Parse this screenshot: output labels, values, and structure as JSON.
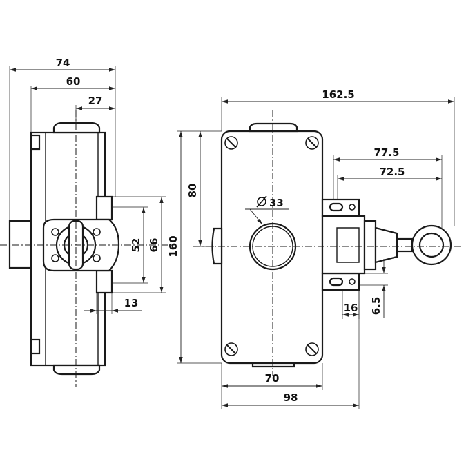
{
  "dimensions": {
    "side_74": "74",
    "side_60": "60",
    "side_27": "27",
    "side_52": "52",
    "side_66": "66",
    "side_13": "13",
    "front_160": "160",
    "front_80": "80",
    "front_diameter": "33",
    "front_162_5": "162.5",
    "front_77_5": "77.5",
    "front_72_5": "72.5",
    "front_16": "16",
    "front_6_5": "6.5",
    "front_70": "70",
    "front_98": "98"
  },
  "colors": {
    "line": "#1a1a1a",
    "background": "#ffffff"
  }
}
